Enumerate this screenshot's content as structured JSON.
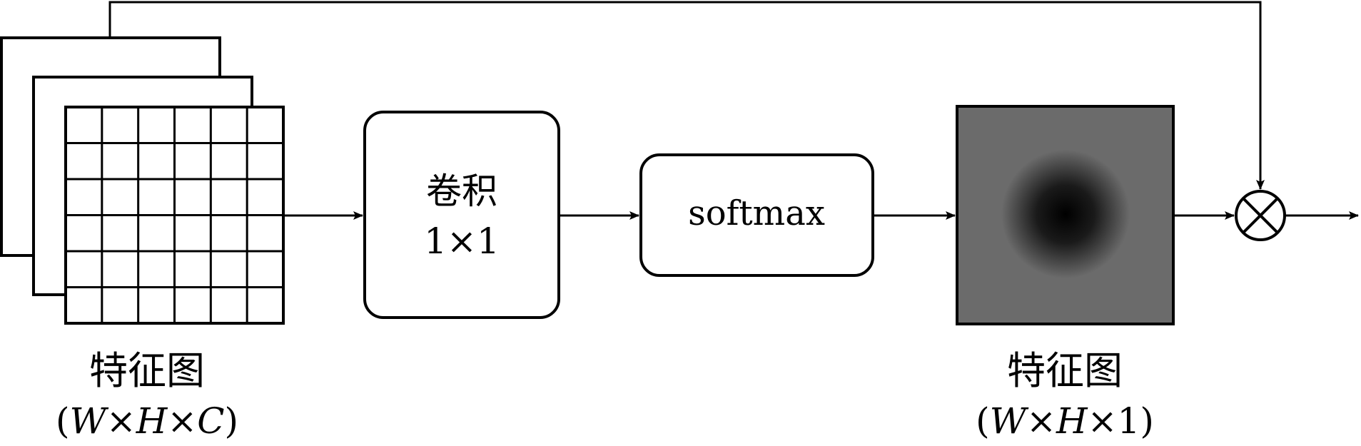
{
  "input_feature_map": {
    "label": "特征图",
    "dims": {
      "open": "(",
      "w": "W",
      "x1": "×",
      "h": "H",
      "x2": "×",
      "c": "C",
      "close": ")"
    },
    "grid_size": 6,
    "stack_count": 3
  },
  "conv_block": {
    "line1": "卷积",
    "line2": "1×1"
  },
  "softmax_block": {
    "label": "softmax"
  },
  "output_feature_map": {
    "label": "特征图",
    "dims": {
      "open": "(",
      "w": "W",
      "x1": "×",
      "h": "H",
      "x2": "×",
      "one": "1",
      "close": ")"
    },
    "fill_color": "#6b6b6b",
    "center_color": "#000000"
  },
  "operator": {
    "icon": "multiply-circle-icon"
  },
  "colors": {
    "stroke": "#000000",
    "background": "#ffffff"
  }
}
